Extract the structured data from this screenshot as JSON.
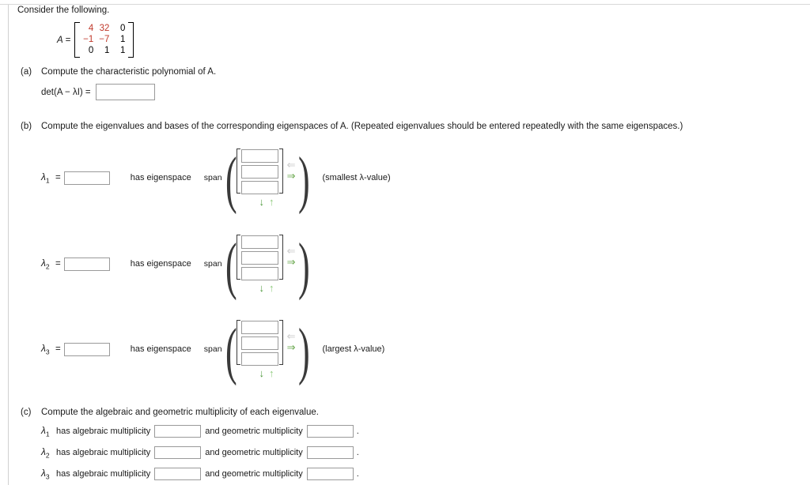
{
  "intro": "Consider the following.",
  "matrix": {
    "name": "A",
    "equals": "A =",
    "rows": [
      [
        {
          "v": "4",
          "color": "red"
        },
        {
          "v": "32",
          "color": "red"
        },
        {
          "v": "0",
          "color": "black"
        }
      ],
      [
        {
          "v": "−1",
          "color": "red"
        },
        {
          "v": "−7",
          "color": "red"
        },
        {
          "v": "1",
          "color": "black"
        }
      ],
      [
        {
          "v": "0",
          "color": "black"
        },
        {
          "v": "1",
          "color": "black"
        },
        {
          "v": "1",
          "color": "black"
        }
      ]
    ],
    "red_hex": "#c0392b",
    "black_hex": "#000000"
  },
  "parts": {
    "a": {
      "label": "(a)",
      "text": "Compute the characteristic polynomial of A.",
      "det_label": "det(A − λI) =",
      "det_value": ""
    },
    "b": {
      "label": "(b)",
      "text": "Compute the eigenvalues and bases of the corresponding eigenspaces of A. (Repeated eigenvalues should be entered repeatedly with the same eigenspaces.)",
      "has_eigenspace": "has eigenspace",
      "span_word": "span",
      "eigen_rows": [
        {
          "lambda": "λ",
          "sub": "1",
          "equals": "=",
          "value": "",
          "vector": [
            "",
            "",
            ""
          ],
          "note": "(smallest λ-value)"
        },
        {
          "lambda": "λ",
          "sub": "2",
          "equals": "=",
          "value": "",
          "vector": [
            "",
            "",
            ""
          ],
          "note": ""
        },
        {
          "lambda": "λ",
          "sub": "3",
          "equals": "=",
          "value": "",
          "vector": [
            "",
            "",
            ""
          ],
          "note": "(largest λ-value)"
        }
      ],
      "controls": {
        "left_arrow": "⇐",
        "right_arrow": "⇒",
        "down_arrow": "↓",
        "up_arrow": "↑",
        "left_arrow_color": "#c9c9c9",
        "right_arrow_color": "#6aa84f",
        "down_arrow_color": "#4f9a3d",
        "up_arrow_color": "#8cc97a"
      }
    },
    "c": {
      "label": "(c)",
      "text": "Compute the algebraic and geometric multiplicity of each eigenvalue.",
      "phrase_algebraic": "has algebraic multiplicity",
      "phrase_geometric": "and geometric multiplicity",
      "period": ".",
      "rows": [
        {
          "lambda": "λ",
          "sub": "1",
          "algebraic": "",
          "geometric": ""
        },
        {
          "lambda": "λ",
          "sub": "2",
          "algebraic": "",
          "geometric": ""
        },
        {
          "lambda": "λ",
          "sub": "3",
          "algebraic": "",
          "geometric": ""
        }
      ]
    }
  }
}
